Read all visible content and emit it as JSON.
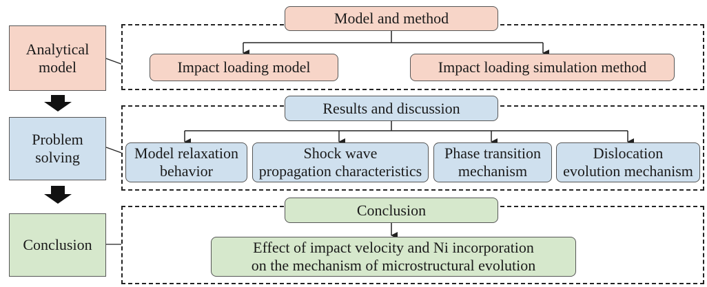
{
  "colors": {
    "model": "#f7d5c8",
    "results": "#cfe0ee",
    "conclusion": "#d6e8cc",
    "line": "#222222"
  },
  "stages": [
    {
      "line1": "Analytical",
      "line2": "model"
    },
    {
      "line1": "Problem",
      "line2": "solving"
    },
    {
      "line1": "Conclusion"
    }
  ],
  "section1": {
    "header": "Model and method",
    "items": [
      "Impact loading model",
      "Impact loading simulation method"
    ]
  },
  "section2": {
    "header": "Results and discussion",
    "items": [
      {
        "line1": "Model relaxation",
        "line2": "behavior"
      },
      {
        "line1": "Shock wave",
        "line2": "propagation characteristics"
      },
      {
        "line1": "Phase transition",
        "line2": "mechanism"
      },
      {
        "line1": "Dislocation",
        "line2": "evolution mechanism"
      }
    ]
  },
  "section3": {
    "header": "Conclusion",
    "item": {
      "line1": "Effect of impact velocity and Ni incorporation",
      "line2": "on the mechanism of microstructural evolution"
    }
  }
}
